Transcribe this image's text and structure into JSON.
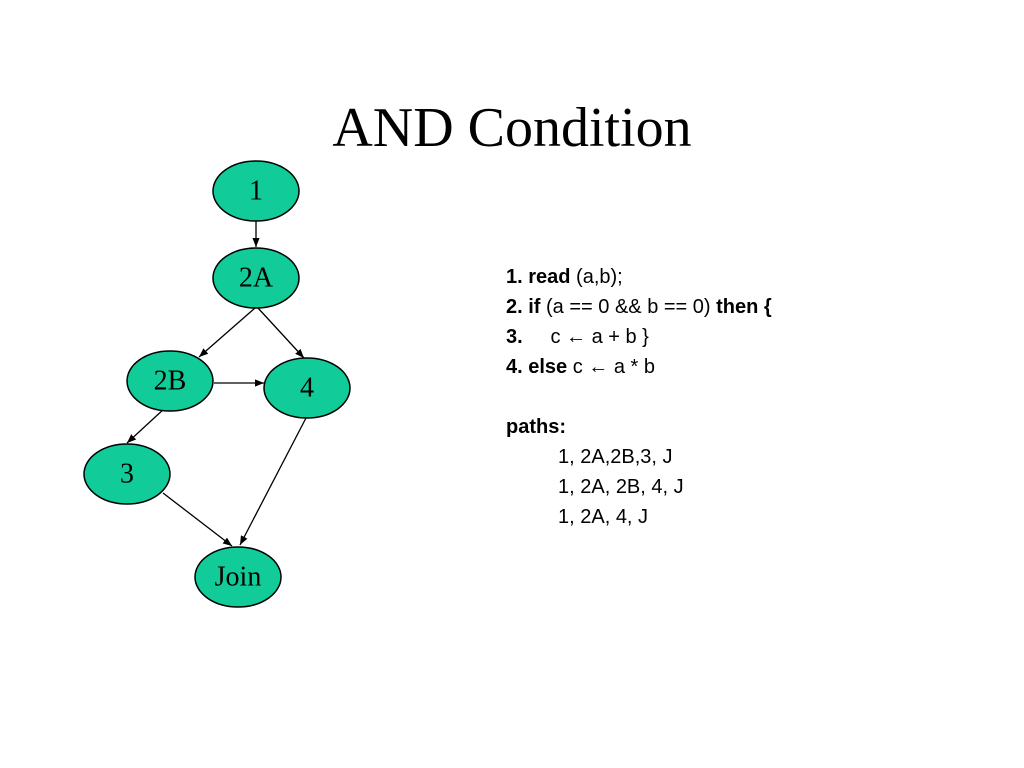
{
  "title": "AND Condition",
  "graph": {
    "nodes": {
      "n1": "1",
      "n2A": "2A",
      "n2B": "2B",
      "n3": "3",
      "n4": "4",
      "nJoin": "Join"
    },
    "edges": [
      [
        "1",
        "2A"
      ],
      [
        "2A",
        "2B"
      ],
      [
        "2A",
        "4"
      ],
      [
        "2B",
        "4"
      ],
      [
        "2B",
        "3"
      ],
      [
        "3",
        "Join"
      ],
      [
        "4",
        "Join"
      ]
    ],
    "node_color": "#11cc99"
  },
  "code": {
    "line1": {
      "num": "1.",
      "kw": "read",
      "rest": " (a,b);"
    },
    "line2": {
      "num": "2.",
      "kw": "if",
      "rest": " (a == 0 && b == 0) ",
      "kw2": "then {"
    },
    "line3": {
      "num": "3.",
      "rest": "     c ← a + b }"
    },
    "line4": {
      "num": "4.",
      "kw": "else",
      "rest": " c ← a * b"
    },
    "paths_label": "paths:",
    "paths": [
      "1, 2A,2B,3, J",
      "1, 2A, 2B, 4, J",
      "1, 2A, 4, J"
    ]
  }
}
